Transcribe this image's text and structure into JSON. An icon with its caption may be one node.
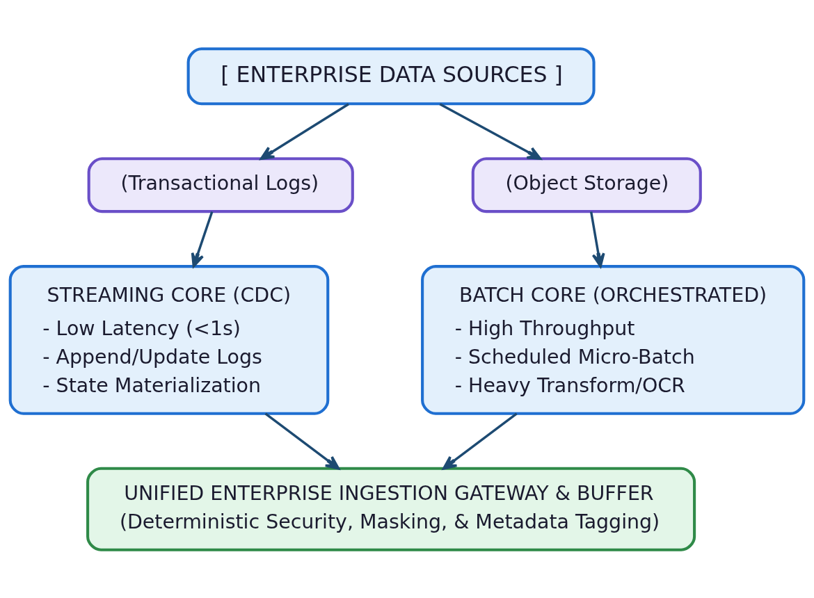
{
  "diagram": {
    "nodes": [
      {
        "text": [
          "[ ENTERPRISE DATA SOURCES ]"
        ]
      },
      {
        "text": [
          "(Transactional Logs)"
        ]
      },
      {
        "text": [
          "(Object Storage)"
        ]
      },
      {
        "text": [
          "STREAMING CORE (CDC)",
          "- Low Latency (<1s)",
          "- Append/Update Logs",
          "- State Materialization"
        ]
      },
      {
        "text": [
          "BATCH CORE (ORCHESTRATED)",
          "- High Throughput",
          "- Scheduled Micro-Batch",
          "- Heavy Transform/OCR"
        ]
      },
      {
        "text": [
          "UNIFIED ENTERPRISE INGESTION GATEWAY & BUFFER",
          "(Deterministic Security, Masking, & Metadata Tagging)"
        ]
      }
    ],
    "edges": [
      {
        "from": 0,
        "to": 1,
        "arrow": "to"
      },
      {
        "from": 0,
        "to": 2,
        "arrow": "to"
      },
      {
        "from": 1,
        "to": 3,
        "arrow": "to"
      },
      {
        "from": 2,
        "to": 4,
        "arrow": "to"
      },
      {
        "from": 3,
        "to": 5,
        "arrow": "to"
      },
      {
        "from": 4,
        "to": 5,
        "arrow": "to"
      }
    ]
  }
}
